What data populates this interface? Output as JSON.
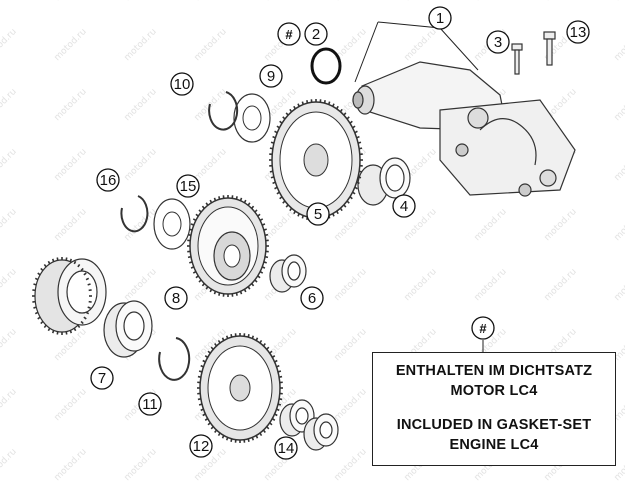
{
  "watermark": "motod.ru",
  "callouts": [
    {
      "id": "hash-top",
      "label": "#"
    },
    {
      "id": "1",
      "label": "1"
    },
    {
      "id": "2",
      "label": "2"
    },
    {
      "id": "3",
      "label": "3"
    },
    {
      "id": "4",
      "label": "4"
    },
    {
      "id": "5",
      "label": "5"
    },
    {
      "id": "6",
      "label": "6"
    },
    {
      "id": "7",
      "label": "7"
    },
    {
      "id": "8",
      "label": "8"
    },
    {
      "id": "9",
      "label": "9"
    },
    {
      "id": "10",
      "label": "10"
    },
    {
      "id": "11",
      "label": "11"
    },
    {
      "id": "12",
      "label": "12"
    },
    {
      "id": "13",
      "label": "13"
    },
    {
      "id": "14",
      "label": "14"
    },
    {
      "id": "15",
      "label": "15"
    },
    {
      "id": "16",
      "label": "16"
    },
    {
      "id": "hash-legend",
      "label": "#"
    }
  ],
  "legend": {
    "line1": "ENTHALTEN IM DICHTSATZ",
    "line2": "MOTOR LC4",
    "line3": "INCLUDED IN GASKET-SET",
    "line4": "ENGINE LC4"
  }
}
